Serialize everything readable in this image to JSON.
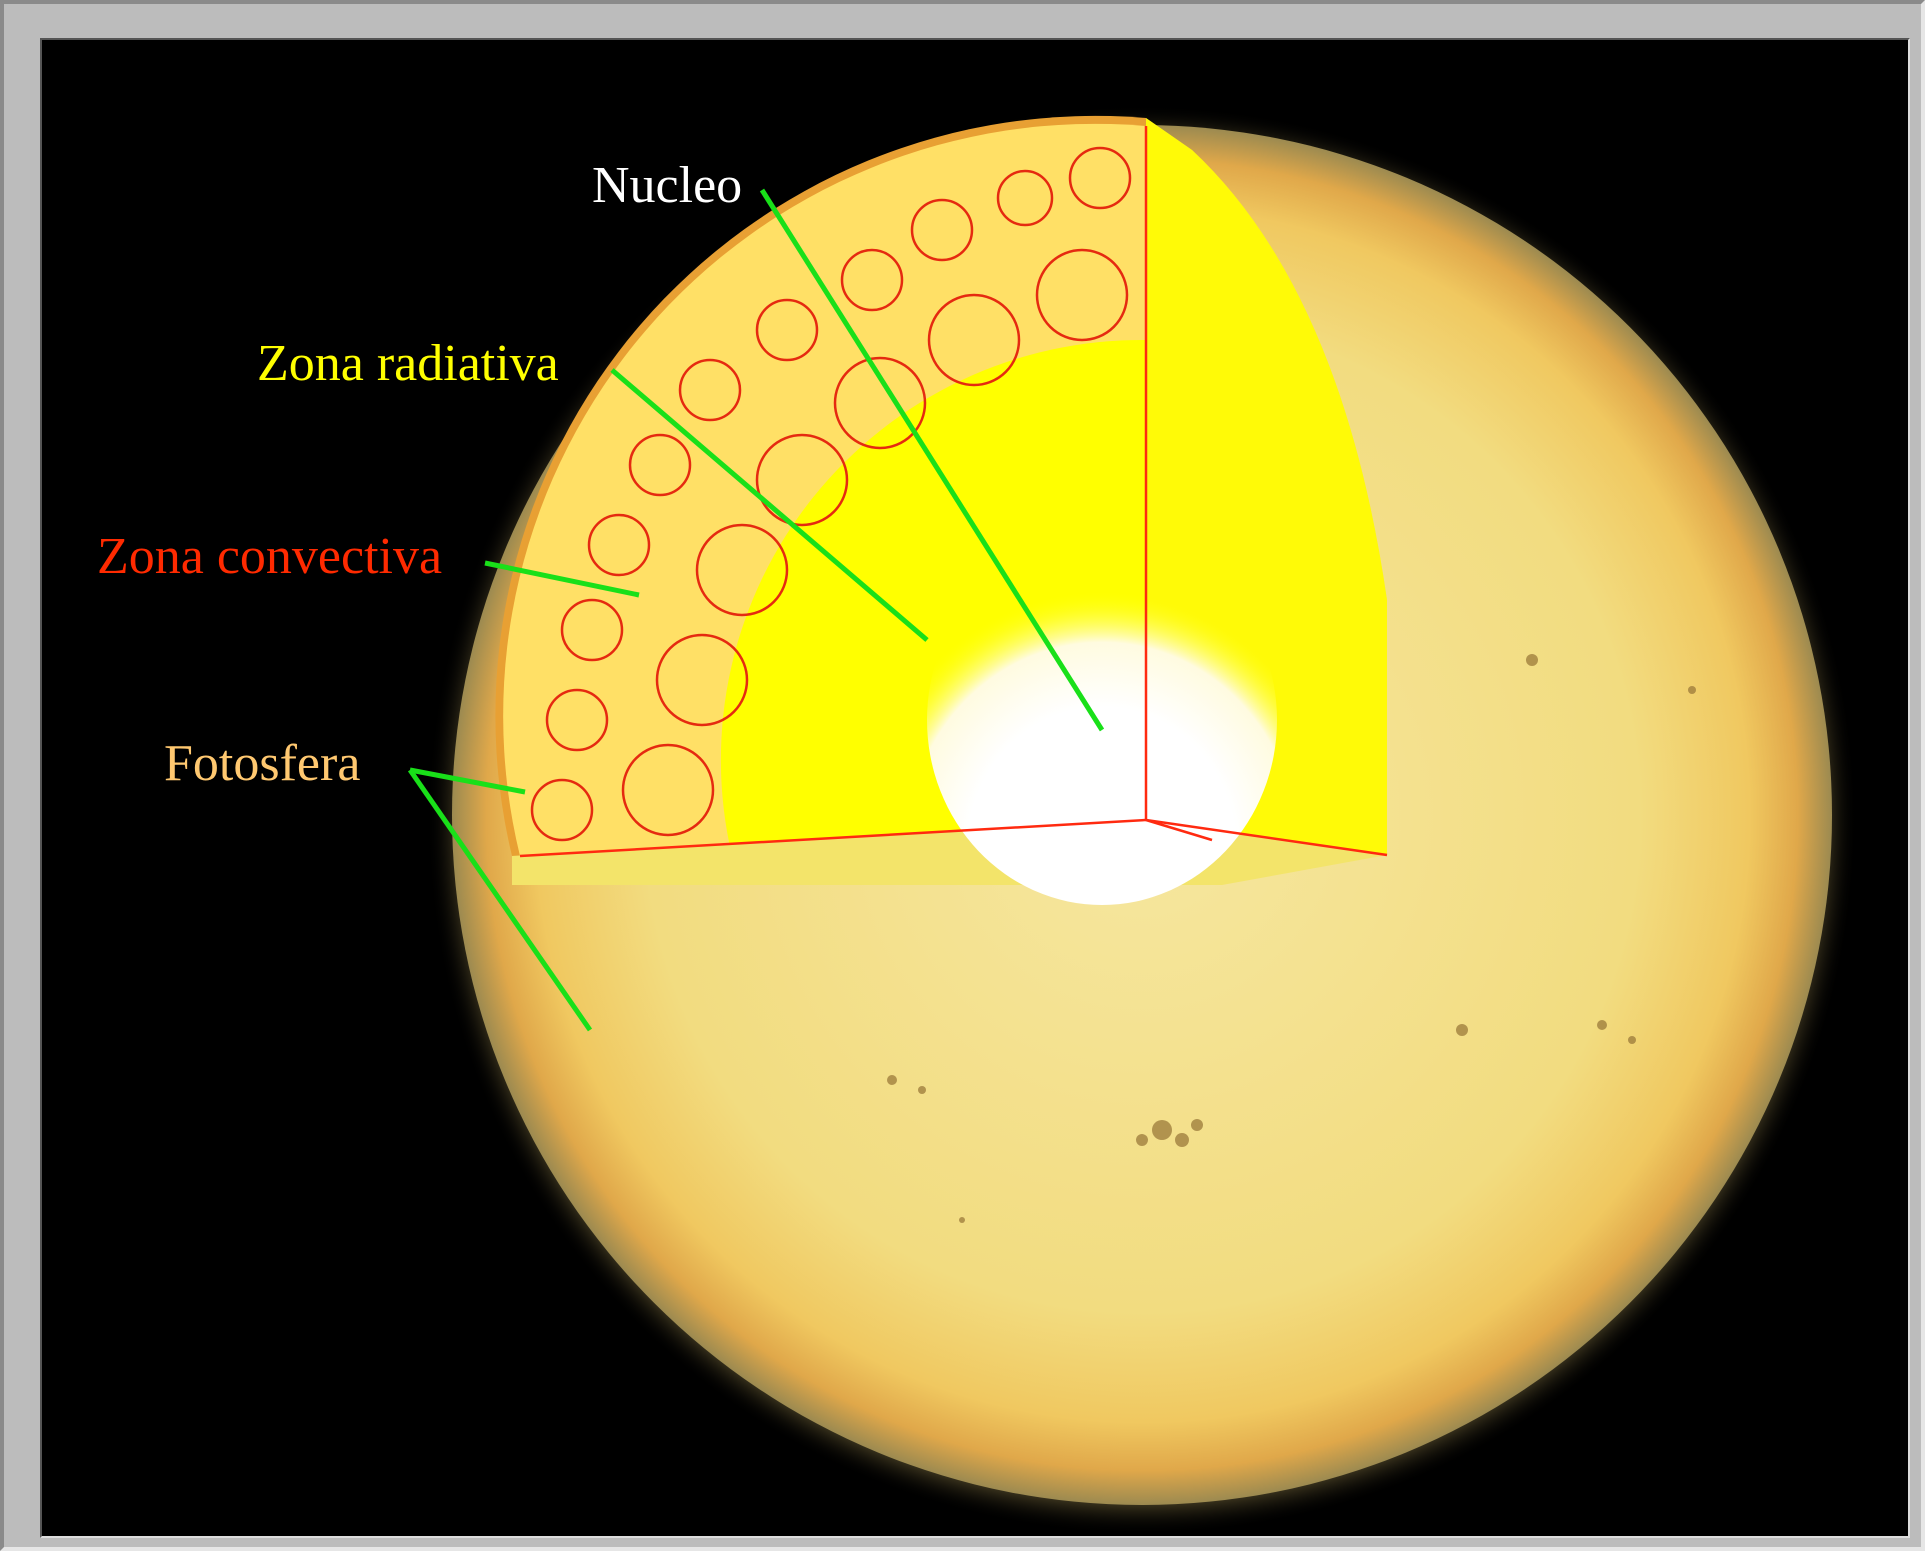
{
  "labels": {
    "core": "Nucleo",
    "radiative": "Zona radiativa",
    "convective": "Zona convectiva",
    "photosphere": "Fotosfera"
  },
  "colors": {
    "core_label": "#ffffff",
    "radiative_label": "#ffff00",
    "convective_label": "#ff2a00",
    "photosphere_label": "#ffc870",
    "pointer": "#19e019",
    "convection_cells": "#e52a10",
    "sun_surface": "#f2dc80",
    "radiative_zone": "#ffff00",
    "core": "#ffffff"
  }
}
